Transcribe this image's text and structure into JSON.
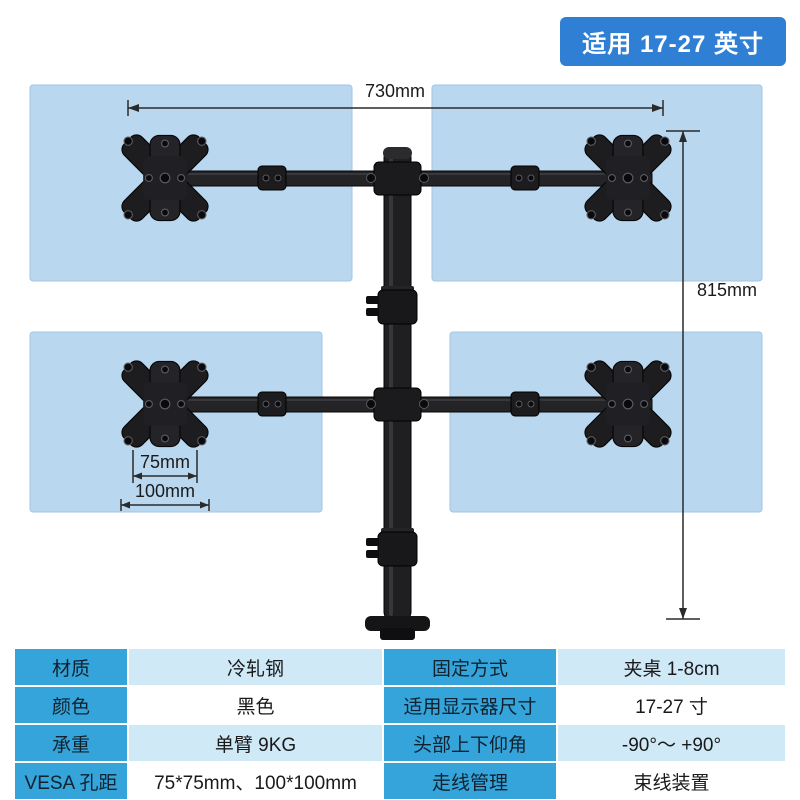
{
  "badge": {
    "label": "适用 17-27 英寸"
  },
  "diagram": {
    "width_label": "730mm",
    "height_label": "815mm",
    "vesa_small_label": "75mm",
    "vesa_large_label": "100mm"
  },
  "colors": {
    "badge_bg": "#2f80d4",
    "table_header_bg": "#35a4da",
    "table_row_tint": "#cfe9f7",
    "monitor_fill": "#b9d8f0",
    "mount_black": "#1f1f22"
  },
  "spec_table": {
    "rows": [
      {
        "label1": "材质",
        "value1": "冷轧钢",
        "label2": "固定方式",
        "value2": "夹桌 1-8cm"
      },
      {
        "label1": "颜色",
        "value1": "黑色",
        "label2": "适用显示器尺寸",
        "value2": "17-27 寸"
      },
      {
        "label1": "承重",
        "value1": "单臂 9KG",
        "label2": "头部上下仰角",
        "value2": "-90°～ +90°"
      },
      {
        "label1": "VESA 孔距",
        "value1": "75*75mm、100*100mm",
        "label2": "走线管理",
        "value2": "束线装置"
      }
    ]
  }
}
